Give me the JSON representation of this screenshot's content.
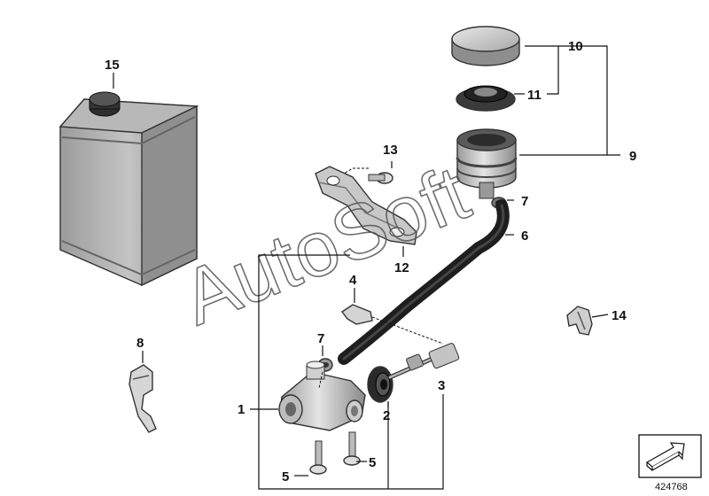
{
  "labels": {
    "p1": "1",
    "p2": "2",
    "p3": "3",
    "p4": "4",
    "p5a": "5",
    "p5b": "5",
    "p6": "6",
    "p7a": "7",
    "p7b": "7",
    "p8": "8",
    "p9": "9",
    "p10": "10",
    "p11": "11",
    "p12": "12",
    "p13": "13",
    "p14": "14",
    "p15": "15"
  },
  "watermark": "AutoSoft",
  "document_number": "424768",
  "icons": {
    "nav": "arrow-box-icon"
  }
}
